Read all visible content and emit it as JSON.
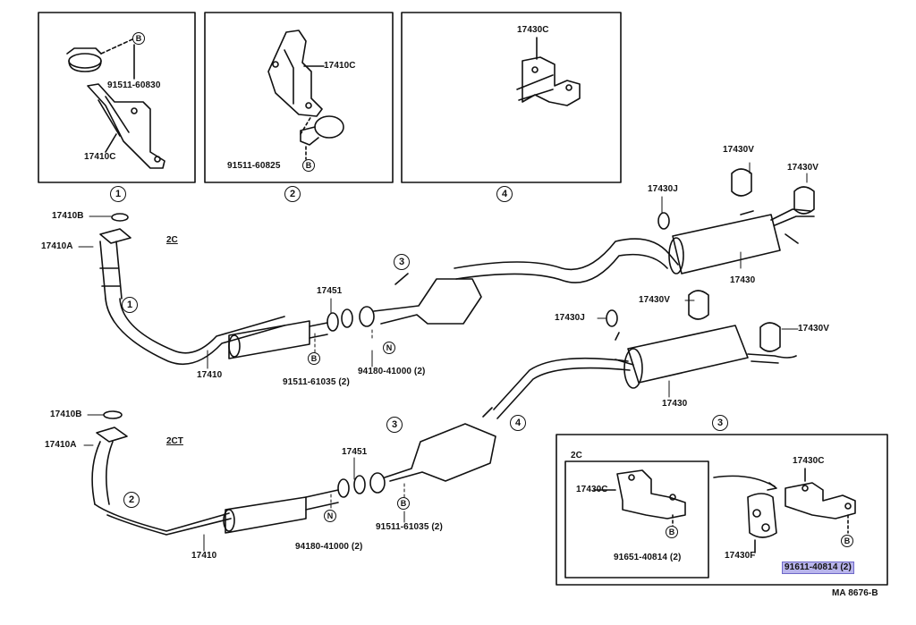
{
  "panels": {
    "p1": {
      "badge": "1",
      "bolt": "B",
      "bolt_part": "91511-60830",
      "bracket": "17410C"
    },
    "p2": {
      "badge": "2",
      "bracket": "17410C",
      "bolt": "B",
      "bolt_part": "91511-60825"
    },
    "p4": {
      "badge": "4",
      "bracket": "17430C"
    }
  },
  "variants": {
    "upper": "2C",
    "lower": "2CT"
  },
  "upper": {
    "gasket_top": "17410B",
    "stud": "17410A",
    "frontpipe_badge": "1",
    "frontpipe": "17410",
    "gasket_mid": "17451",
    "bolt_letter": "B",
    "bolt_part": "91511-61035 (2)",
    "nut_letter": "N",
    "nut_part": "94180-41000 (2)",
    "center_badge": "3",
    "ring": "17430J",
    "mount1": "17430V",
    "mount2": "17430V",
    "muffler": "17430"
  },
  "lower": {
    "gasket_top": "17410B",
    "stud": "17410A",
    "frontpipe_badge": "2",
    "frontpipe": "17410",
    "gasket_mid": "17451",
    "nut_letter": "N",
    "nut_part": "94180-41000 (2)",
    "bolt_letter": "B",
    "bolt_part": "91511-61035 (2)",
    "center_badge": "3",
    "tail_badge": "4",
    "ring": "17430J",
    "mount1": "17430V",
    "mount2": "17430V",
    "muffler": "17430"
  },
  "detail3": {
    "badge": "3",
    "inset_title": "2C",
    "inset_bracket": "17430C",
    "inset_bolt": "B",
    "inset_part": "91651-40814 (2)",
    "bracket": "17430C",
    "hanger": "17430F",
    "bolt": "B",
    "part_highlight": "91611-40814 (2)"
  },
  "figure_id": "MA 8676-B"
}
